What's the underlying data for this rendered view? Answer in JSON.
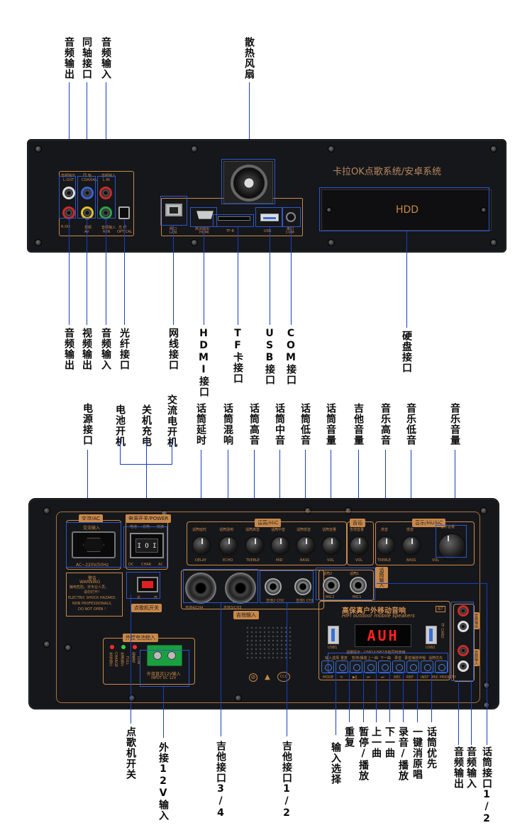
{
  "top_labels_above": [
    {
      "id": "audio-out-top",
      "text": "音频输出"
    },
    {
      "id": "coax-top",
      "text": "同轴接口"
    },
    {
      "id": "audio-in-top",
      "text": "音频输入"
    },
    {
      "id": "fan-top",
      "text": "散热风扇"
    }
  ],
  "top_labels_below": [
    {
      "id": "audio-out-bottom",
      "text": "音频输出"
    },
    {
      "id": "video-out-bottom",
      "text": "视频输出"
    },
    {
      "id": "audio-in-bottom",
      "text": "音频输入"
    },
    {
      "id": "optical-bottom",
      "text": "光纤接口"
    },
    {
      "id": "lan-bottom",
      "text": "网线接口"
    },
    {
      "id": "hdmi-bottom",
      "text": "HDMI接口"
    },
    {
      "id": "tf-bottom",
      "text": "TF卡接口"
    },
    {
      "id": "usb-bottom",
      "text": "USB接口"
    },
    {
      "id": "com-bottom",
      "text": "COM接口"
    },
    {
      "id": "hdd-bottom",
      "text": "硬盘接口"
    }
  ],
  "top_panel": {
    "brand_text": "卡拉OK点歌系统/安卓系统",
    "hdd_label": "HDD",
    "port_small": {
      "audio_out": "音频输出",
      "lout": "L-OUT",
      "coax": "同 轴",
      "coax_sub": "COAXIAL",
      "audio_in": "音频输入",
      "lin": "L-IN",
      "rout": "R-OU",
      "video": "视频",
      "video_sub": "AV",
      "audio_in2": "音频输入",
      "rin": "R-IN",
      "optical": "光 纤",
      "optical_sub": "OPTICAL",
      "lan": "网口",
      "lan_sub": "LAN",
      "hdmi": "高清输出",
      "hdmi_sub": "HDMI",
      "tf": "TF-B",
      "usb": "USB",
      "com": "串口",
      "com_sub": "COM"
    }
  },
  "bottom_labels_above": [
    {
      "id": "power-port-label",
      "text": "电源接口"
    },
    {
      "id": "battery-on-label",
      "text": "电池开机"
    },
    {
      "id": "off-charge-label",
      "text": "关机充电"
    },
    {
      "id": "ac-on-label",
      "text": "交流电开机"
    },
    {
      "id": "mic-delay-label",
      "text": "话筒延时"
    },
    {
      "id": "mic-echo-label",
      "text": "话筒混响"
    },
    {
      "id": "mic-treble-label",
      "text": "话筒高音"
    },
    {
      "id": "mic-mid-label",
      "text": "话筒中音"
    },
    {
      "id": "mic-bass-label",
      "text": "话筒低音"
    },
    {
      "id": "mic-vol-label",
      "text": "话筒音量"
    },
    {
      "id": "guitar-vol-label",
      "text": "吉他音量"
    },
    {
      "id": "music-treble-label",
      "text": "音乐高音"
    },
    {
      "id": "music-bass-label",
      "text": "音乐低音"
    },
    {
      "id": "music-vol-label",
      "text": "音乐音量"
    }
  ],
  "bottom_labels_below": [
    {
      "id": "karaoke-switch-label",
      "text": "点歌机开关"
    },
    {
      "id": "ext12v-label",
      "text": "外接12V输入"
    },
    {
      "id": "guitar34-label",
      "text": "吉他接口3/4"
    },
    {
      "id": "guitar12-label",
      "text": "吉他接口1/2"
    },
    {
      "id": "input-select-label",
      "text": "输入选择"
    },
    {
      "id": "repeat-label",
      "text": "重复"
    },
    {
      "id": "pause-play-label",
      "text": "暂停/播放"
    },
    {
      "id": "prev-label",
      "text": "上一曲"
    },
    {
      "id": "next-label",
      "text": "下一曲"
    },
    {
      "id": "rec-play-label",
      "text": "录音/播放"
    },
    {
      "id": "vocal-cancel-label",
      "text": "一键消原唱"
    },
    {
      "id": "mic-priority-label",
      "text": "话筒优先"
    },
    {
      "id": "audio-out-label",
      "text": "音频输出"
    },
    {
      "id": "audio-in-label",
      "text": "音频输入"
    },
    {
      "id": "mic-port12-label",
      "text": "话筒接口1/2"
    }
  ],
  "bottom_panel": {
    "ac_tab": "交流/AC",
    "ac_input": "交流输入",
    "ac_spec": "AC~220V/50Hz",
    "power_tab": "电源开关/POWER",
    "power_sub": [
      "电池",
      "充电",
      "交流"
    ],
    "power_codes": [
      "DC",
      "CHAR",
      "AC"
    ],
    "warning_title": "警告",
    "warning_en": "WARNING",
    "warning_cn1": "触电危险，非专业人员，",
    "warning_cn2": "请勿打开！",
    "warning_en1": "ELECTRIC SHOCK HAZARD,",
    "warning_en2": "NON PROFESSIONALS,",
    "warning_en3": "DO NOT OPEN !",
    "switch_off": "关",
    "switch_on": "开",
    "karaoke_switch_tab": "点歌机开关",
    "ext_battery_tab": "外接电池输入",
    "battery_leds": [
      "充电指示",
      "充满指示",
      "电量低"
    ],
    "battery_led_codes": [
      "CHARGE",
      "FULL",
      "LOW"
    ],
    "ext_dc_label": "外接直流12V输入",
    "ext_dc_label_en": "INPUT DC 12V",
    "mic_tab": "话筒/MIC",
    "guitar_tab": "吉他",
    "music_tab": "音乐/MUSIC",
    "knob_labels_cn": [
      "话筒延时",
      "话筒混响",
      "话筒高音",
      "话筒中音",
      "话筒低音",
      "话筒音量",
      "吉他音量",
      "高音",
      "低音"
    ],
    "knob_labels_en": [
      "DELAY",
      "ECHO",
      "TREBLE",
      "MID",
      "BASS",
      "VOL",
      "VOL",
      "TREBLE",
      "BASS"
    ],
    "music_vol_cn": "音乐音量",
    "music_vol_en": "VOL",
    "guitar_ports": [
      "吉他4/CH4",
      "吉他3/CH3",
      "吉他2\nCH2",
      "吉他1\nCH1"
    ],
    "guitar_input_tab": "吉他输入",
    "mic_ports": [
      "话筒2",
      "话筒1"
    ],
    "mic_ports_en": [
      "MIC2",
      "MIC1"
    ],
    "mic_input_tab": "话筒输入",
    "player_title": "高保真户外移动音响",
    "player_subtitle": "HIFI outdoor mobile speakers",
    "bt_badge": "BT",
    "display_text": "AUH",
    "usb1": "USB1",
    "usb2": "USB2",
    "tf_card": "TF CARD",
    "usb_tip": "温馨提示：USB1/USB2不能同时使用",
    "button_labels_cn": [
      "输入选择",
      "重复",
      "暂停/播放",
      "上一曲",
      "下一曲",
      "录音",
      "录音播放",
      "伴唱",
      "话筒优先"
    ],
    "button_labels_en": [
      "MODE",
      "⟲",
      "▶‖",
      "⏮",
      "⏭",
      "REC",
      "REP",
      "INST",
      "MIC PRIORITY"
    ],
    "right_tab_out": "音频输出",
    "right_tab_in": "音频输入"
  },
  "colors": {
    "panel": "#16171a",
    "orange": "#c8884a",
    "blue_line": "#1a3fbf",
    "led_red": "#ff2222"
  }
}
